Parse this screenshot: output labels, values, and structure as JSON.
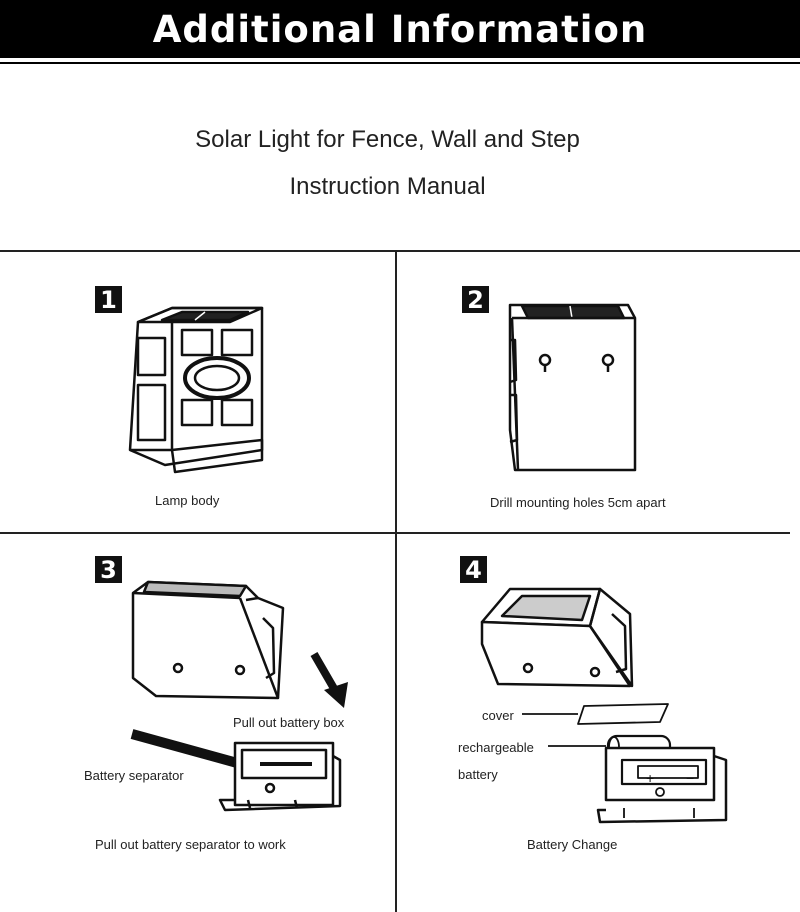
{
  "header": {
    "title": "Additional Information"
  },
  "document": {
    "title_line1": "Solar Light for Fence, Wall and Step",
    "title_line2": "Instruction Manual"
  },
  "steps": [
    {
      "number": "1",
      "caption": "Lamp body"
    },
    {
      "number": "2",
      "caption": "Drill mounting holes 5cm apart"
    },
    {
      "number": "3",
      "captions": {
        "pull_box": "Pull out battery box",
        "separator": "Battery separator",
        "pull_separator": "Pull out battery separator to work"
      }
    },
    {
      "number": "4",
      "captions": {
        "cover": "cover",
        "rechargeable": "rechargeable",
        "battery": "battery",
        "change": "Battery Change"
      }
    }
  ],
  "colors": {
    "ink": "#111111",
    "header_bg": "#000000",
    "header_text": "#ffffff"
  },
  "icons": [
    "solar-lamp-front-illustration",
    "solar-lamp-back-illustration",
    "battery-box-illustration",
    "battery-change-illustration",
    "arrow-icon"
  ]
}
